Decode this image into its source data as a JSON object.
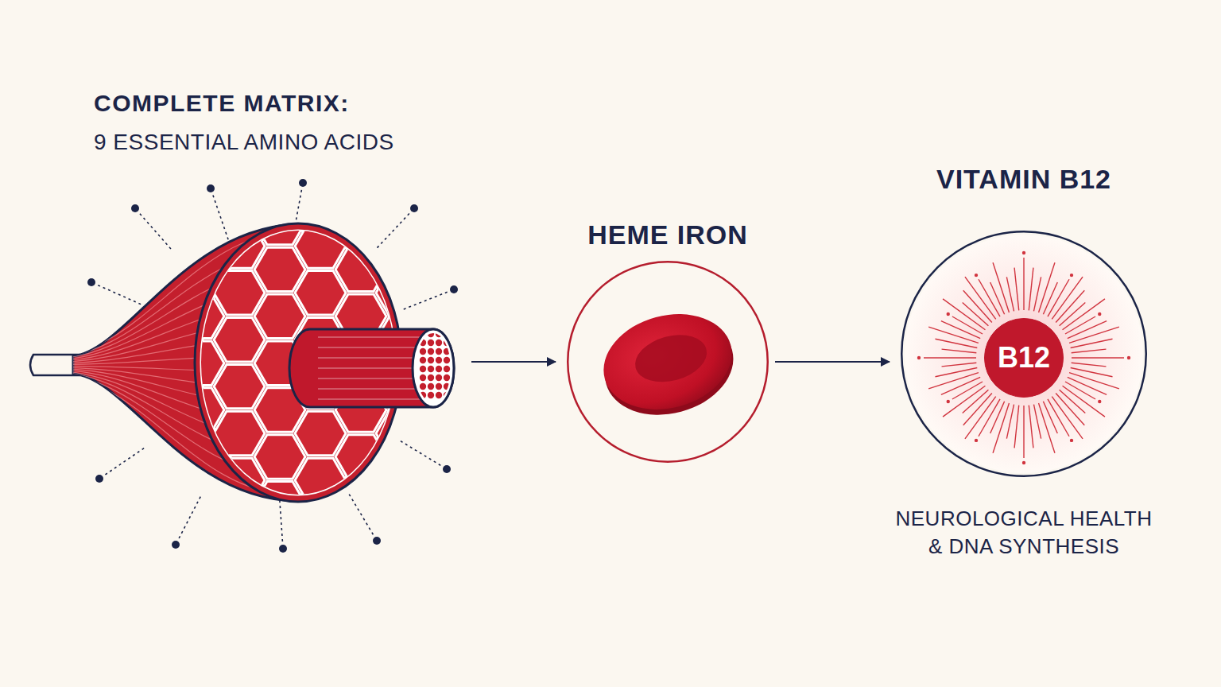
{
  "diagram": {
    "nodes": [
      {
        "text": [
          "COMPLETE MATRIX:",
          "9 ESSENTIAL AMINO ACIDS"
        ]
      },
      {
        "text": [
          "HEME IRON"
        ]
      },
      {
        "text": [
          "VITAMIN B12",
          "NEUROLOGICAL HEALTH & DNA SYNTHESIS"
        ]
      },
      {
        "text": [
          "B12"
        ],
        "in": 2
      }
    ],
    "edges": [
      {
        "from": 0,
        "to": 1,
        "arrow": "to"
      },
      {
        "from": 1,
        "to": 2,
        "arrow": "to"
      }
    ]
  }
}
